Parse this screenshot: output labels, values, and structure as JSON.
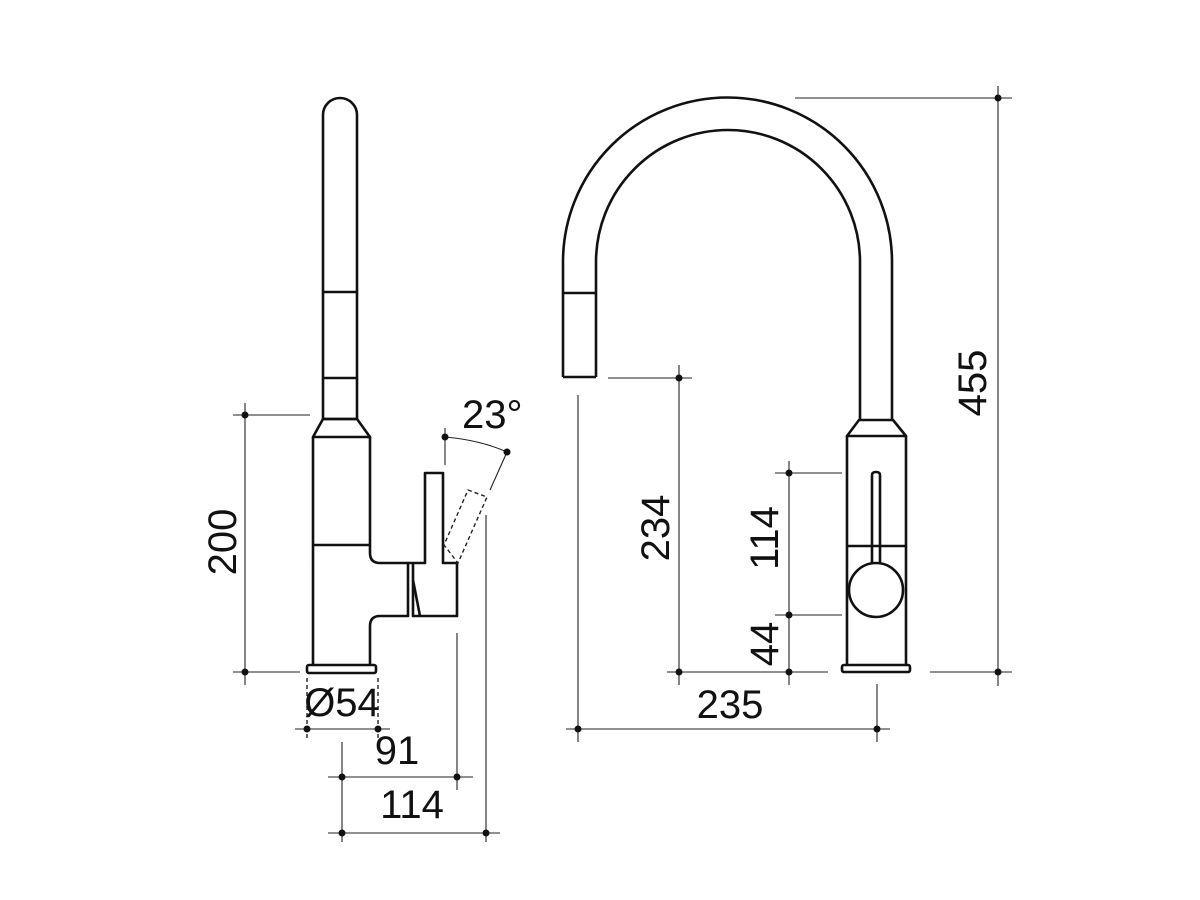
{
  "side_view": {
    "height_label": "200",
    "lever_angle_label": "23°",
    "base_diameter_label": "Ø54",
    "lever_depth_label": "91",
    "overall_depth_label": "114"
  },
  "front_view": {
    "spout_height_label": "234",
    "lever_height_label": "114",
    "lever_pivot_label": "44",
    "overall_height_label": "455",
    "spout_reach_label": "235"
  }
}
